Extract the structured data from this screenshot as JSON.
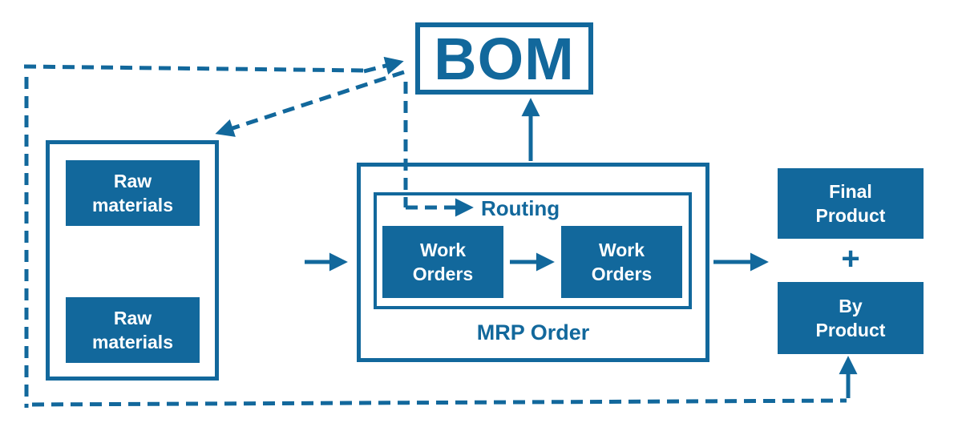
{
  "colors": {
    "accent": "#12689C",
    "on_fill": "#FFFFFF",
    "background": "#FFFFFF"
  },
  "bom": {
    "label": "BOM"
  },
  "raw_materials_panel": {
    "boxes": [
      "Raw materials",
      "Raw materials"
    ]
  },
  "mrp_order": {
    "label": "MRP Order",
    "routing_label": "Routing",
    "work_order_boxes": [
      "Work Orders",
      "Work Orders"
    ]
  },
  "outputs": {
    "final_product_label": "Final Product",
    "plus_sign": "+",
    "by_product_label": "By Product"
  }
}
